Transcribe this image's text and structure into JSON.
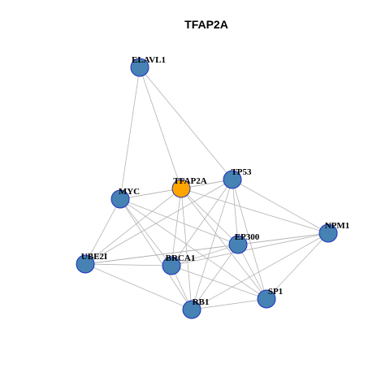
{
  "title": "TFAP2A",
  "colors": {
    "node_fill": "#4682b4",
    "node_border": "#1f2fbf",
    "center_fill": "#ffa500",
    "center_border": "#2a3aa8",
    "edge": "#b3b3b3"
  },
  "nodes": [
    {
      "id": "ELAVL1",
      "label": "ELAVL1",
      "highlight": false
    },
    {
      "id": "TP53",
      "label": "TP53",
      "highlight": false
    },
    {
      "id": "TFAP2A",
      "label": "TFAP2A",
      "highlight": true
    },
    {
      "id": "MYC",
      "label": "MYC",
      "highlight": false
    },
    {
      "id": "NPM1",
      "label": "NPM1",
      "highlight": false
    },
    {
      "id": "EP300",
      "label": "EP300",
      "highlight": false
    },
    {
      "id": "UBE2I",
      "label": "UBE2I",
      "highlight": false
    },
    {
      "id": "BRCA1",
      "label": "BRCA1",
      "highlight": false
    },
    {
      "id": "SP1",
      "label": "SP1",
      "highlight": false
    },
    {
      "id": "RB1",
      "label": "RB1",
      "highlight": false
    }
  ],
  "edges": [
    [
      "ELAVL1",
      "MYC"
    ],
    [
      "ELAVL1",
      "TFAP2A"
    ],
    [
      "ELAVL1",
      "TP53"
    ],
    [
      "MYC",
      "TFAP2A"
    ],
    [
      "MYC",
      "TP53"
    ],
    [
      "MYC",
      "UBE2I"
    ],
    [
      "MYC",
      "BRCA1"
    ],
    [
      "MYC",
      "RB1"
    ],
    [
      "MYC",
      "EP300"
    ],
    [
      "MYC",
      "SP1"
    ],
    [
      "TFAP2A",
      "TP53"
    ],
    [
      "TFAP2A",
      "UBE2I"
    ],
    [
      "TFAP2A",
      "BRCA1"
    ],
    [
      "TFAP2A",
      "RB1"
    ],
    [
      "TFAP2A",
      "EP300"
    ],
    [
      "TFAP2A",
      "SP1"
    ],
    [
      "TFAP2A",
      "NPM1"
    ],
    [
      "TP53",
      "NPM1"
    ],
    [
      "TP53",
      "EP300"
    ],
    [
      "TP53",
      "BRCA1"
    ],
    [
      "TP53",
      "RB1"
    ],
    [
      "TP53",
      "SP1"
    ],
    [
      "TP53",
      "UBE2I"
    ],
    [
      "NPM1",
      "EP300"
    ],
    [
      "NPM1",
      "BRCA1"
    ],
    [
      "NPM1",
      "RB1"
    ],
    [
      "NPM1",
      "UBE2I"
    ],
    [
      "EP300",
      "BRCA1"
    ],
    [
      "EP300",
      "RB1"
    ],
    [
      "EP300",
      "SP1"
    ],
    [
      "EP300",
      "UBE2I"
    ],
    [
      "UBE2I",
      "BRCA1"
    ],
    [
      "UBE2I",
      "RB1"
    ],
    [
      "BRCA1",
      "SP1"
    ],
    [
      "BRCA1",
      "RB1"
    ],
    [
      "RB1",
      "SP1"
    ],
    [
      "NPM1",
      "SP1"
    ]
  ]
}
